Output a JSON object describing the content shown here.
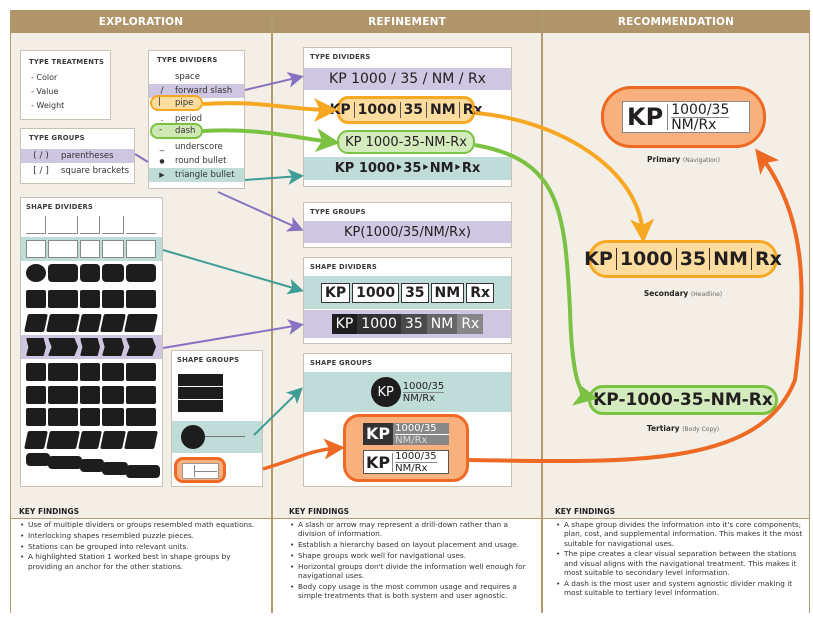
{
  "columns": [
    "EXPLORATION",
    "REFINEMENT",
    "RECOMMENDATION"
  ],
  "exploration": {
    "type_treatments": {
      "title": "TYPE TREATMENTS",
      "items": [
        "- Color",
        "- Value",
        "- Weight"
      ]
    },
    "type_groups": {
      "title": "TYPE GROUPS",
      "items": [
        {
          "glyph": "( / )",
          "label": "parentheses"
        },
        {
          "glyph": "[ / ]",
          "label": "square brackets"
        }
      ]
    },
    "type_dividers": {
      "title": "TYPE DIVIDERS",
      "items": [
        {
          "glyph": "",
          "label": "space"
        },
        {
          "glyph": "/",
          "label": "forward slash"
        },
        {
          "glyph": "|",
          "label": "pipe"
        },
        {
          "glyph": ".",
          "label": "period"
        },
        {
          "glyph": "-",
          "label": "dash"
        },
        {
          "glyph": "_",
          "label": "underscore"
        },
        {
          "glyph": "●",
          "label": "round bullet"
        },
        {
          "glyph": "▶",
          "label": "triangle bullet"
        }
      ]
    },
    "shape_dividers": {
      "title": "SHAPE DIVIDERS"
    },
    "shape_groups": {
      "title": "SHAPE GROUPS"
    }
  },
  "refinement": {
    "type_dividers": {
      "title": "TYPE DIVIDERS",
      "slash": "KP 1000 / 35 / NM / Rx",
      "pipe": [
        "KP",
        "1000",
        "35",
        "NM",
        "Rx"
      ],
      "dash": "KP 1000-35-NM-Rx",
      "triangle": "KP 1000‣35‣NM‣Rx"
    },
    "type_groups": {
      "title": "TYPE GROUPS",
      "paren": "KP(1000/35/NM/Rx)"
    },
    "shape_dividers": {
      "title": "SHAPE DIVIDERS",
      "boxes": [
        "KP",
        "1000",
        "35",
        "NM",
        "Rx"
      ],
      "chevrons": [
        "KP",
        "1000",
        "35",
        "NM",
        "Rx"
      ]
    },
    "shape_groups": {
      "title": "SHAPE GROUPS",
      "kp": "KP",
      "top": "1000/35",
      "bottom": "NM/Rx"
    }
  },
  "recommendation": {
    "primary": {
      "kp": "KP",
      "top": "1000/35",
      "bottom": "NM/Rx",
      "label": "Primary",
      "usage": "(Navigation)"
    },
    "secondary": {
      "parts": [
        "KP",
        "1000",
        "35",
        "NM",
        "Rx"
      ],
      "label": "Secondary",
      "usage": "(Headline)"
    },
    "tertiary": {
      "text": "KP-1000-35-NM-Rx",
      "label": "Tertiary",
      "usage": "(Body Copy)"
    }
  },
  "key_findings": {
    "title": "KEY FINDINGS",
    "exploration": [
      "Use of multiple dividers or groups resembled math equations.",
      "Interlocking shapes resembled puzzle pieces.",
      "Stations can be grouped into relevant units.",
      "A highlighted Station 1 worked best in shape groups by providing an anchor for the other stations."
    ],
    "refinement": [
      "A slash or arrow may represent a drill-down rather than a division of information.",
      "Establish a hierarchy based on layout placement and usage.",
      "Shape groups work well for navigational uses.",
      "Horizontal groups don't divide the information well enough for navigational uses.",
      "Body copy usage is the most common usage and requires a simple treatments that is both system and user agnostic."
    ],
    "recommendation": [
      "A shape group divides the information into it's core components; plan, cost, and supplemental information. This makes it the most suitable for navigational uses.",
      "The pipe creates a clear visual separation between the stations and visual aligns with the navigational treatment. This makes it most suitable to secondary level information.",
      "A dash is the most user and system agnostic divider making it most suitable to tertiary level information."
    ]
  },
  "colors": {
    "header": "#b0956a",
    "purple": "#8a72c0",
    "orange_pipe": "#f7a823",
    "green": "#7cc242",
    "teal": "#3f9d95",
    "orange_primary": "#ee6a24"
  }
}
